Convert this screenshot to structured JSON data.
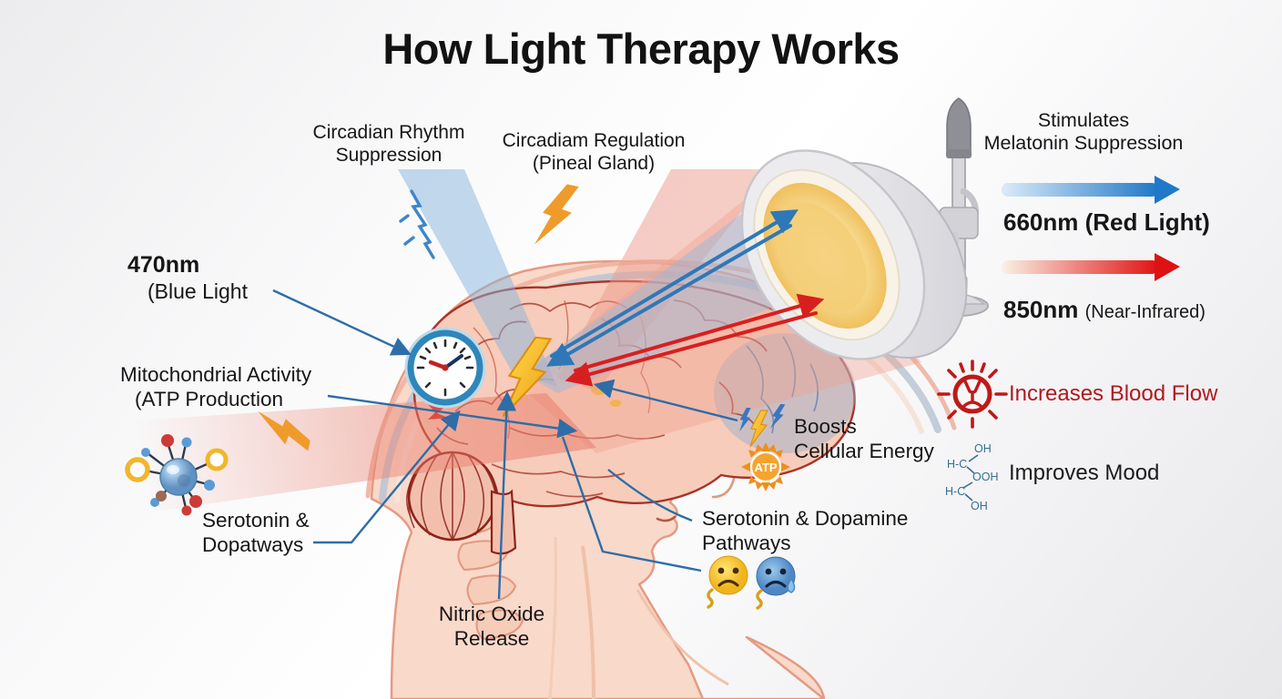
{
  "title": "How Light Therapy Works",
  "labels": {
    "circadian_rhythm_suppression": "Circadian Rhythm\nSuppression",
    "circadian_regulation": "Circadiam Regulation\n(Pineal Gland)",
    "blue_wavelength": "470nm",
    "blue_wavelength_sub": "(Blue Light",
    "mitochondrial": "Mitochondrial Activity",
    "mitochondrial_sub": "(ATP Production",
    "serotonin_left": "Serotonin &\nDopatways",
    "nitric_oxide": "Nitric Oxide\nRelease",
    "boosts_cellular": "Boosts\nCellular Energy",
    "serotonin_right": "Serotonin & Dopamine\nPathways"
  },
  "legend": {
    "stimulates": "Stimulates\nMelatonin Suppression",
    "red_nm": "660nm",
    "red_name": "(Red Light)",
    "nir_nm": "850nm",
    "nir_name": "(Near-Infrared)"
  },
  "benefits": {
    "blood_flow": "Increases Blood Flow",
    "mood": "Improves Mood"
  },
  "icons": {
    "atp_label": "ATP",
    "mood_molecule": {
      "t1": "OH",
      "t2": "H-C",
      "t3": "OOH",
      "t4": "H-C",
      "t5": "OH"
    }
  },
  "colors": {
    "leader_blue": "#2e6da8",
    "arrow_blue": "#2e78b8",
    "arrow_red": "#d81f1f",
    "blood_flow_text": "#b2191d",
    "beam_blue": "#86b4dd",
    "beam_red": "#eb9c8c",
    "bolt_yellow": "#f5b919",
    "bolt_orange": "#ef9b2c"
  }
}
